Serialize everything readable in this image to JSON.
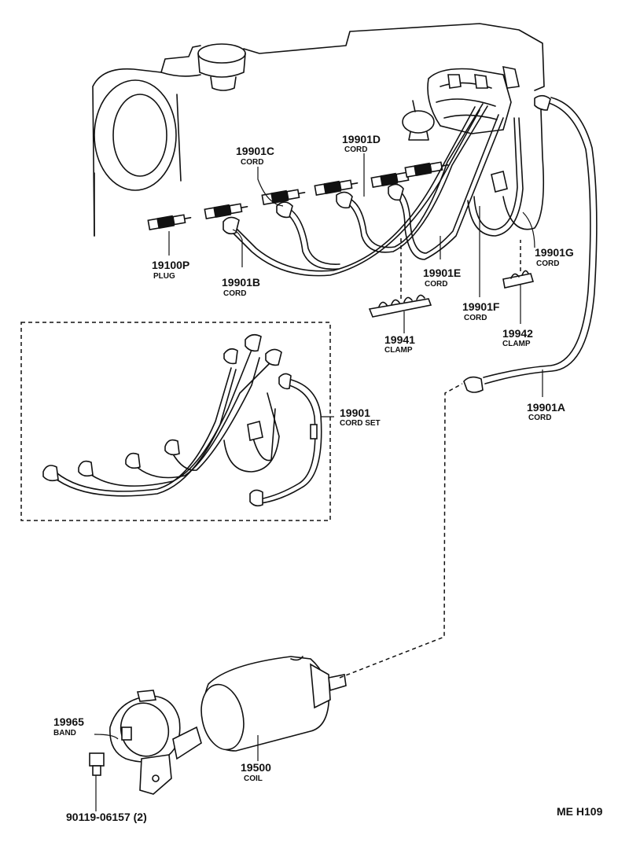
{
  "parts": [
    {
      "id": "p19901C",
      "number": "19901C",
      "name": "CORD"
    },
    {
      "id": "p19901D",
      "number": "19901D",
      "name": "CORD"
    },
    {
      "id": "p19100P",
      "number": "19100P",
      "name": "PLUG"
    },
    {
      "id": "p19901B",
      "number": "19901B",
      "name": "CORD"
    },
    {
      "id": "p19901E",
      "number": "19901E",
      "name": "CORD"
    },
    {
      "id": "p19901G",
      "number": "19901G",
      "name": "CORD"
    },
    {
      "id": "p19901F",
      "number": "19901F",
      "name": "CORD"
    },
    {
      "id": "p19941",
      "number": "19941",
      "name": "CLAMP"
    },
    {
      "id": "p19942",
      "number": "19942",
      "name": "CLAMP"
    },
    {
      "id": "p19901",
      "number": "19901",
      "name": "CORD SET"
    },
    {
      "id": "p19901A",
      "number": "19901A",
      "name": "CORD"
    },
    {
      "id": "p19965",
      "number": "19965",
      "name": "BAND"
    },
    {
      "id": "p19500",
      "number": "19500",
      "name": "COIL"
    },
    {
      "id": "p90119",
      "number": "90119-06157 (2)",
      "name": ""
    }
  ],
  "diagram_code": "ME H109"
}
